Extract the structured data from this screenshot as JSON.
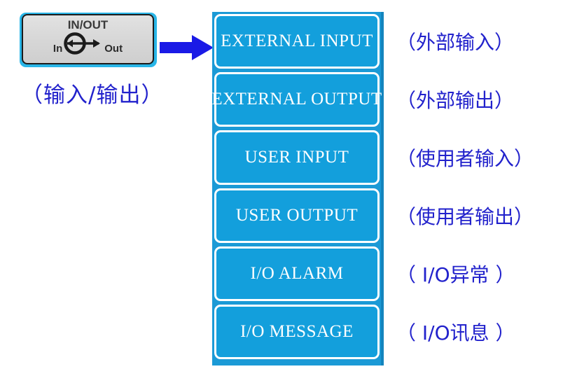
{
  "hardkey": {
    "name": "IN/OUT",
    "label": "IN/OUT",
    "in_label": "In",
    "out_label": "Out",
    "icon": "in-out-arrow-circle-icon",
    "caption_zh": "（输入/输出）"
  },
  "arrow": {
    "icon": "right-arrow-icon",
    "color": "#1a1ae6",
    "direction": "right"
  },
  "softkey_menu": {
    "panel_color": "#1b9ad6",
    "item_color": "#139fdc",
    "item_border_color": "#ffffff",
    "items": [
      {
        "label": "EXTERNAL  INPUT",
        "annotation_zh": "（外部输入）"
      },
      {
        "label": "EXTERNAL  OUTPUT",
        "annotation_zh": "（外部输出）"
      },
      {
        "label": "USER  INPUT",
        "annotation_zh": "（使用者输入）"
      },
      {
        "label": "USER  OUTPUT",
        "annotation_zh": "（使用者输出）"
      },
      {
        "label": "I/O  ALARM",
        "annotation_zh": "（ I/O异常 ）"
      },
      {
        "label": "I/O  MESSAGE",
        "annotation_zh": "（ I/O讯息 ）"
      }
    ]
  },
  "colors": {
    "annotation_text": "#2222cc",
    "key_face": "#d6d6d6",
    "key_edge_cyan": "#29b6e8"
  }
}
